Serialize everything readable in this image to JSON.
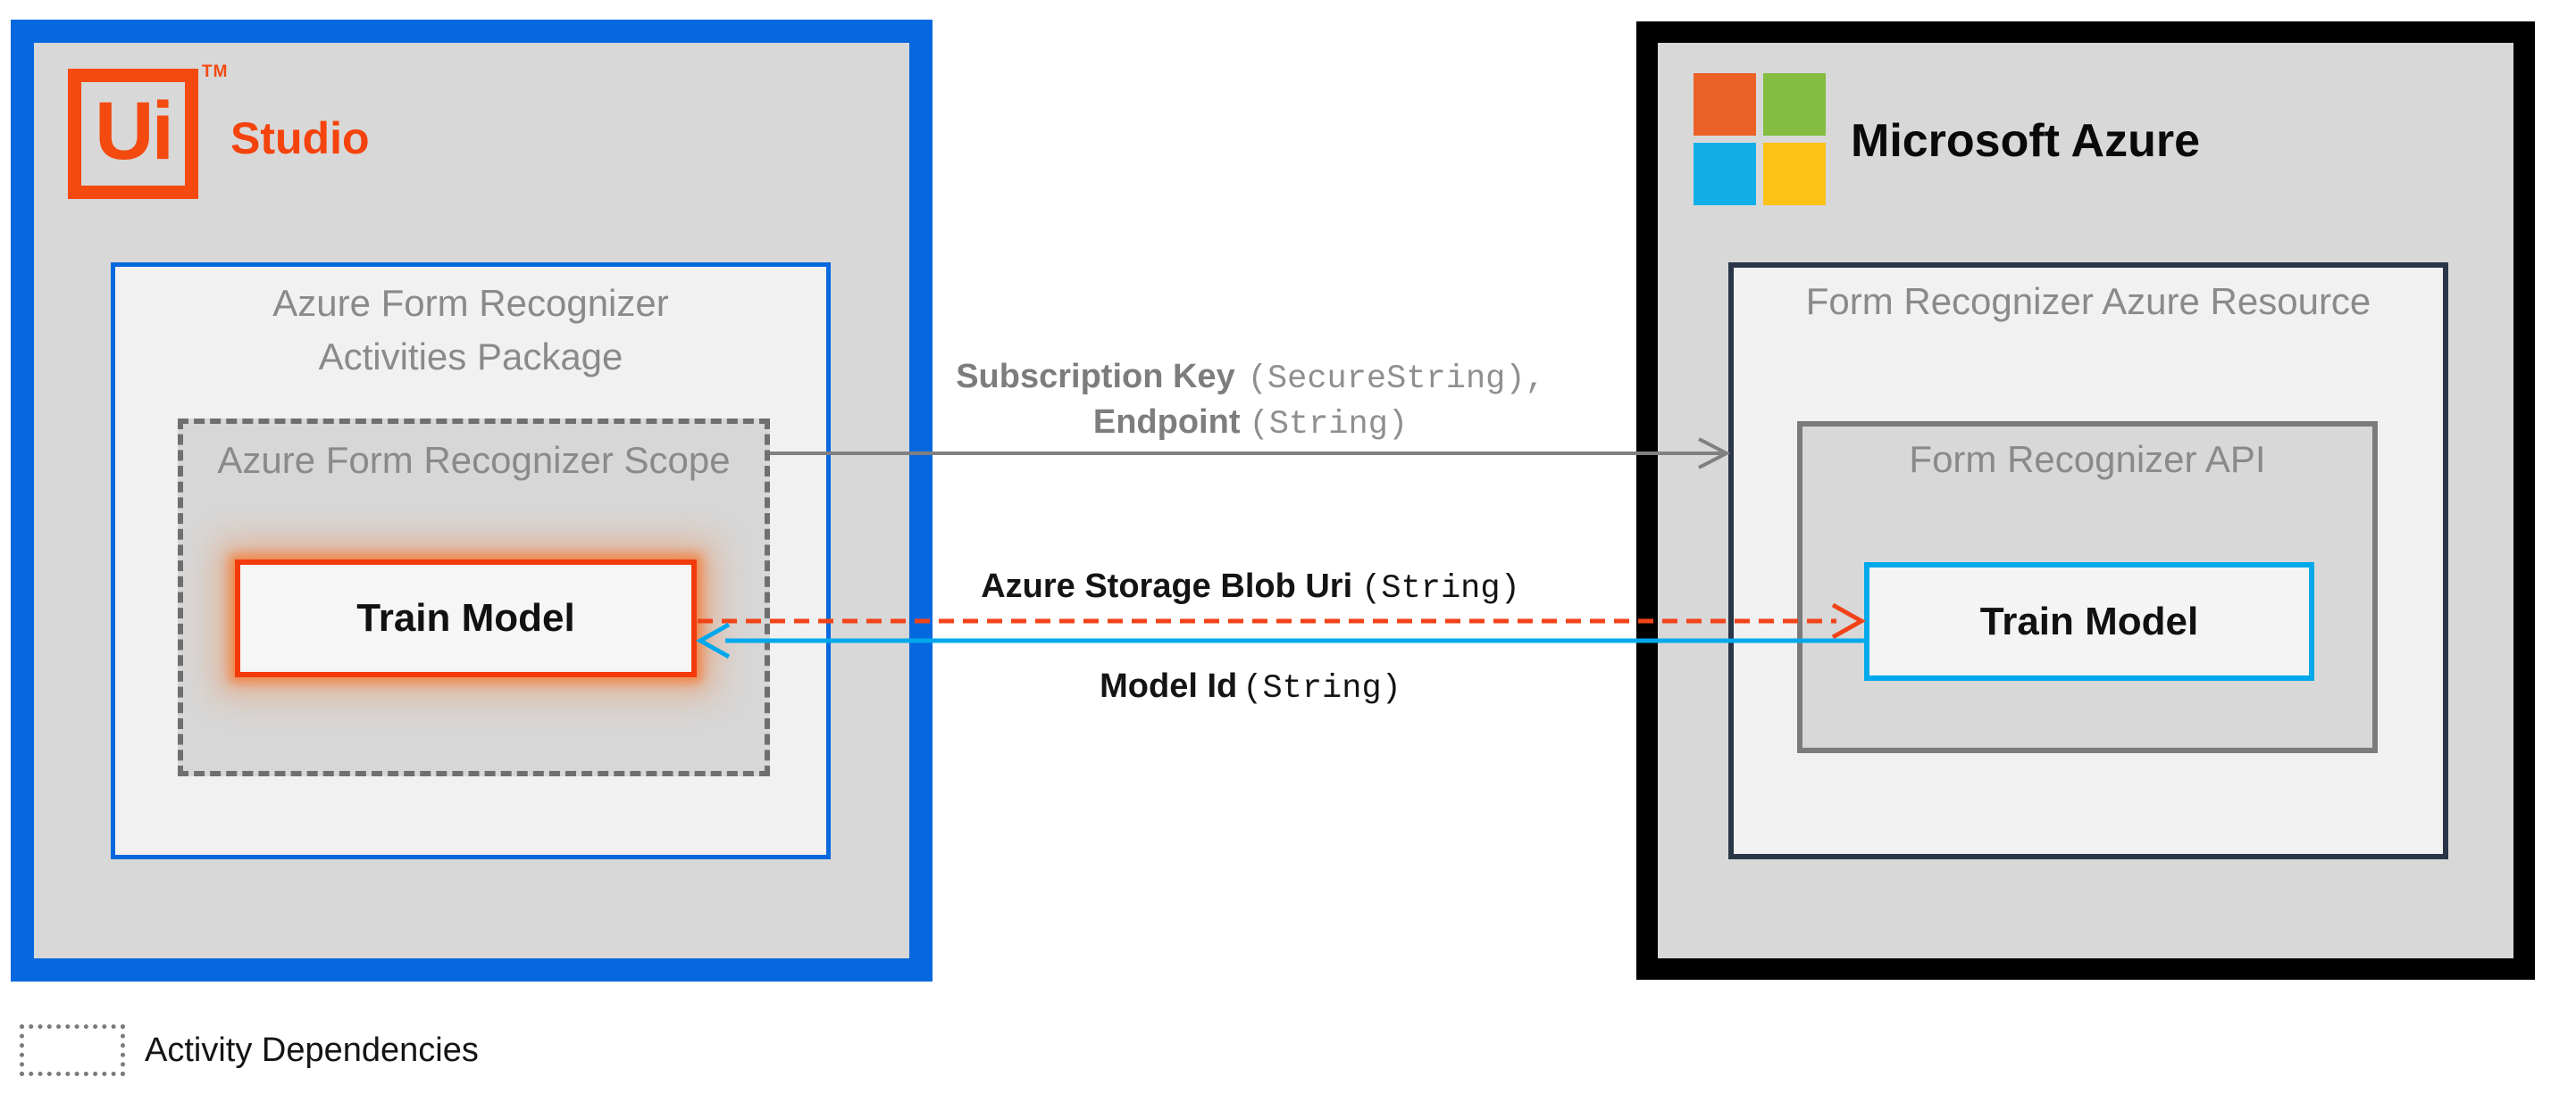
{
  "studio": {
    "logo": {
      "text": "Ui",
      "tm": "TM",
      "color": "#F4490F"
    },
    "brand": "Studio",
    "package": {
      "title_line1": "Azure Form Recognizer",
      "title_line2": "Activities Package"
    },
    "scope": {
      "title": "Azure Form Recognizer Scope"
    },
    "train": {
      "label": "Train Model"
    }
  },
  "azure": {
    "brand": "Microsoft Azure",
    "logo_colors": {
      "top_left": "#EB6126",
      "top_right": "#84BD3F",
      "bottom_left": "#12AEE8",
      "bottom_right": "#FCC216"
    },
    "resource": {
      "title": "Form Recognizer Azure Resource"
    },
    "api": {
      "title": "Form Recognizer API"
    },
    "train": {
      "label": "Train Model"
    }
  },
  "connections": [
    {
      "name": "subscription-endpoint",
      "direction": "studio-to-azure",
      "style": "solid",
      "color": "#808080",
      "label_parts": {
        "bold1": "Subscription Key",
        "mono1": "(SecureString)",
        "separator": ",",
        "bold2": "Endpoint",
        "mono2": "(String)"
      }
    },
    {
      "name": "azure-storage-blob-uri",
      "direction": "studio-to-azure",
      "style": "dashed",
      "color": "#F24318",
      "label_parts": {
        "bold": "Azure Storage Blob Uri",
        "mono": "(String)"
      }
    },
    {
      "name": "model-id",
      "direction": "azure-to-studio",
      "style": "solid",
      "color": "#00A9EC",
      "label_parts": {
        "bold": "Model Id",
        "mono": "(String)"
      }
    }
  ],
  "legend": {
    "label": "Activity Dependencies"
  },
  "accent_colors": {
    "studio_border": "#0668DE",
    "azure_border": "#000000",
    "uipath_orange": "#F4430D",
    "train_highlight_glow": "#F37C38",
    "resource_border": "#2A3547",
    "api_border": "#7b7b7b",
    "train_right_border": "#00A9EC",
    "title_gray": "#8a8a8a"
  }
}
